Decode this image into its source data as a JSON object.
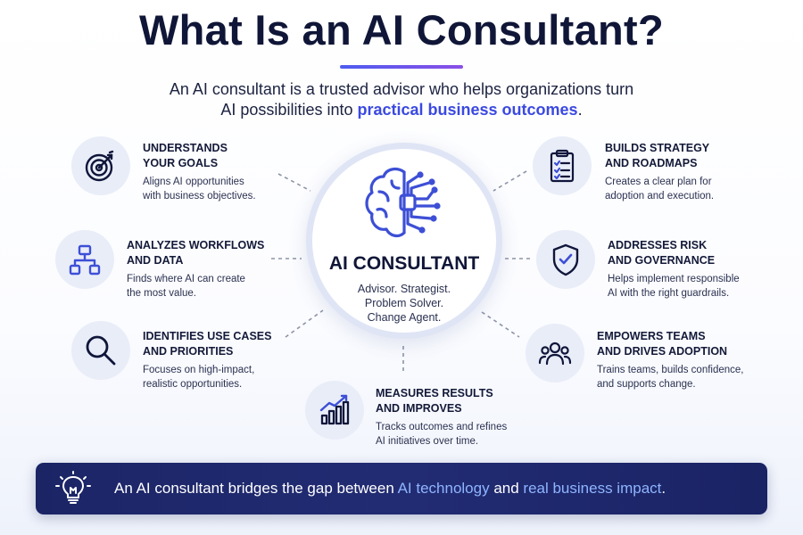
{
  "title": "What Is an AI Consultant?",
  "subtitle": {
    "line1": "An AI consultant is a trusted advisor who helps organizations turn",
    "line2_prefix": "AI possibilities into ",
    "line2_highlight": "practical business outcomes",
    "line2_suffix": "."
  },
  "center": {
    "icon": "brain-circuit-icon",
    "title": "AI CONSULTANT",
    "tagline": [
      "Advisor. Strategist.",
      "Problem Solver.",
      "Change Agent."
    ]
  },
  "features": {
    "goals": {
      "icon": "target-icon",
      "title": [
        "UNDERSTANDS",
        "YOUR GOALS"
      ],
      "desc": [
        "Aligns AI opportunities",
        "with business objectives."
      ]
    },
    "workflows": {
      "icon": "flowchart-icon",
      "title": [
        "ANALYZES WORKFLOWS",
        "AND DATA"
      ],
      "desc": [
        "Finds where AI can create",
        "the most value."
      ]
    },
    "usecases": {
      "icon": "magnifier-icon",
      "title": [
        "IDENTIFIES USE CASES",
        "AND PRIORITIES"
      ],
      "desc": [
        "Focuses on high-impact,",
        "realistic opportunities."
      ]
    },
    "measures": {
      "icon": "growth-chart-icon",
      "title": [
        "MEASURES RESULTS",
        "AND IMPROVES"
      ],
      "desc": [
        "Tracks outcomes and refines",
        "AI initiatives over time."
      ]
    },
    "strategy": {
      "icon": "clipboard-checklist-icon",
      "title": [
        "BUILDS STRATEGY",
        "AND ROADMAPS"
      ],
      "desc": [
        "Creates a clear plan for",
        "adoption and execution."
      ]
    },
    "risk": {
      "icon": "shield-check-icon",
      "title": [
        "ADDRESSES RISK",
        "AND GOVERNANCE"
      ],
      "desc": [
        "Helps implement responsible",
        "AI with the right guardrails."
      ]
    },
    "teams": {
      "icon": "team-icon",
      "title": [
        "EMPOWERS TEAMS",
        "AND DRIVES ADOPTION"
      ],
      "desc": [
        "Trains teams, builds confidence,",
        "and supports change."
      ]
    }
  },
  "banner": {
    "icon": "lightbulb-icon",
    "prefix": "An AI consultant bridges the gap between ",
    "highlight1": "AI technology",
    "middle": " and ",
    "highlight2": "real business impact",
    "suffix": "."
  },
  "colors": {
    "accent_blue": "#3b49e0",
    "icon_blue": "#3d4fd6",
    "navy": "#101637",
    "banner_bg": "#1f2a6e",
    "banner_highlight": "#8fb4ff"
  }
}
